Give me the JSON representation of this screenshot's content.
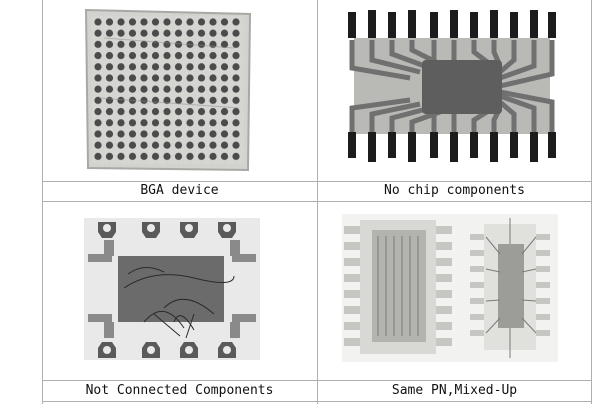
{
  "figure": {
    "cells": [
      {
        "caption": "BGA device"
      },
      {
        "caption": "No chip components"
      },
      {
        "caption": "Not Connected Components"
      },
      {
        "caption": "Same PN,Mixed-Up"
      }
    ]
  }
}
